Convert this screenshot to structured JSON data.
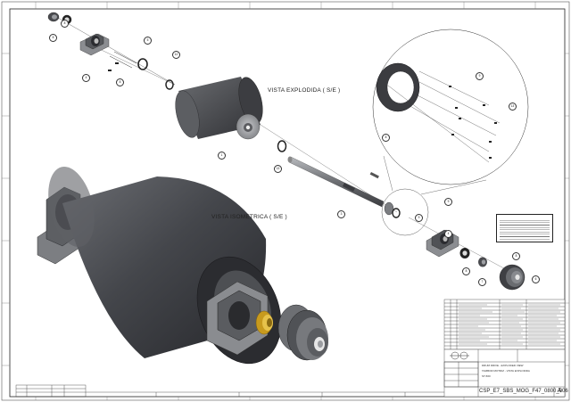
{
  "drawing": {
    "view_exploded_label": "VISTA EXPLODIDA ( S/E )",
    "view_isometric_label": "VISTA ISOMETRICA ( S/E )",
    "drawing_number": "CSP_E7_SBS_MOG_F47_0800_006",
    "revision": "A"
  },
  "balloons": [
    "8",
    "8",
    "4",
    "8",
    "5",
    "12",
    "1",
    "13",
    "3",
    "9",
    "13",
    "8",
    "9",
    "9",
    "4",
    "8",
    "7",
    "8",
    "6"
  ],
  "title_block": {
    "title_line1": "DRUM DRIVE - EXPLODED VIEW",
    "title_line2": "TAMBOR MOTRIZ - VISTA EXPLODIDA",
    "title_line3": "ST-560"
  }
}
